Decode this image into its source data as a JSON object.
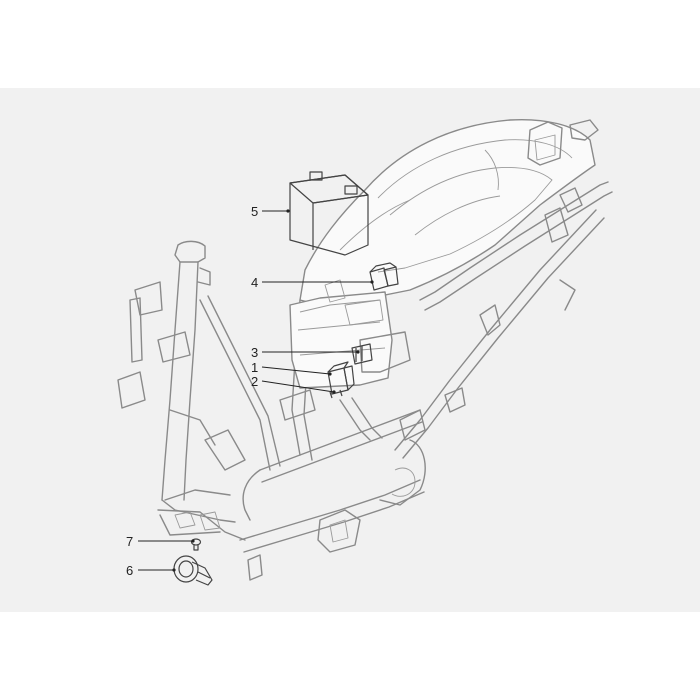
{
  "diagram": {
    "callouts": [
      {
        "label": "5",
        "part": "battery"
      },
      {
        "label": "4",
        "part": "relay"
      },
      {
        "label": "3",
        "part": "fuse-box"
      },
      {
        "label": "1",
        "part": "relay"
      },
      {
        "label": "2",
        "part": "relay"
      },
      {
        "label": "7",
        "part": "screw"
      },
      {
        "label": "6",
        "part": "horn"
      }
    ]
  }
}
